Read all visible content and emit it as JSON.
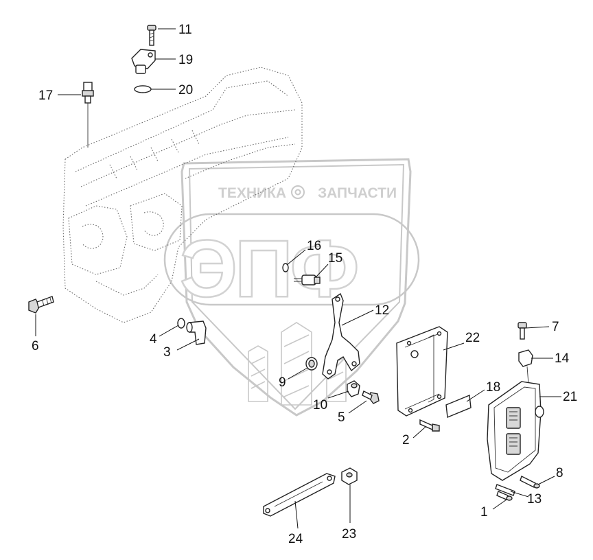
{
  "watermark": {
    "top_left": "ТЕХНИКА",
    "top_right": "ЗАПЧАСТИ",
    "letters": "ЭПФ"
  },
  "callouts": [
    {
      "id": "c1",
      "label": "1"
    },
    {
      "id": "c2",
      "label": "2"
    },
    {
      "id": "c3",
      "label": "3"
    },
    {
      "id": "c4",
      "label": "4"
    },
    {
      "id": "c5",
      "label": "5"
    },
    {
      "id": "c6",
      "label": "6"
    },
    {
      "id": "c7",
      "label": "7"
    },
    {
      "id": "c8",
      "label": "8"
    },
    {
      "id": "c9",
      "label": "9"
    },
    {
      "id": "c10",
      "label": "10"
    },
    {
      "id": "c11",
      "label": "11"
    },
    {
      "id": "c12",
      "label": "12"
    },
    {
      "id": "c13",
      "label": "13"
    },
    {
      "id": "c14",
      "label": "14"
    },
    {
      "id": "c15",
      "label": "15"
    },
    {
      "id": "c16",
      "label": "16"
    },
    {
      "id": "c17",
      "label": "17"
    },
    {
      "id": "c18",
      "label": "18"
    },
    {
      "id": "c19",
      "label": "19"
    },
    {
      "id": "c20",
      "label": "20"
    },
    {
      "id": "c21",
      "label": "21"
    },
    {
      "id": "c22",
      "label": "22"
    },
    {
      "id": "c23",
      "label": "23"
    },
    {
      "id": "c24",
      "label": "24"
    }
  ]
}
